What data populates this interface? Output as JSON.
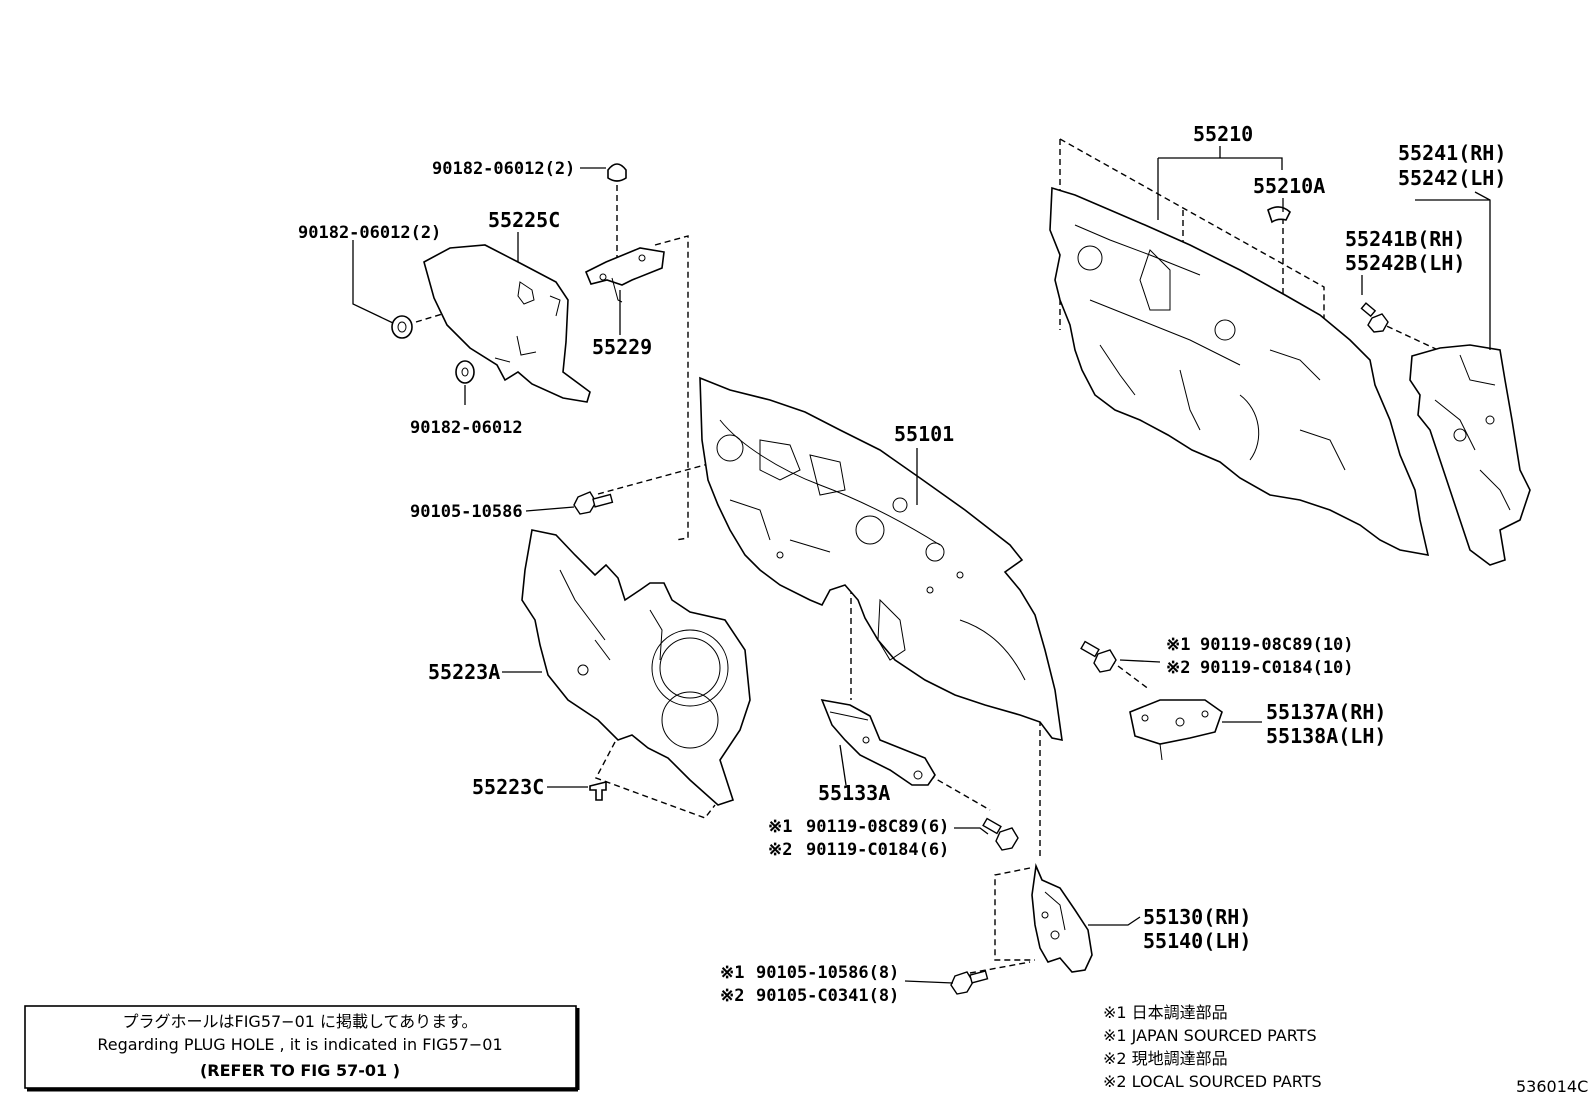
{
  "labels": {
    "p90182_top": "90182-06012(2)",
    "p90182_left": "90182-06012(2)",
    "p90182_bottom": "90182-06012",
    "p55225C": "55225C",
    "p55229": "55229",
    "p55101": "55101",
    "p90105_10586": "90105-10586",
    "p55223A": "55223A",
    "p55223C": "55223C",
    "p55133A": "55133A",
    "p90119_mid_1": "90119-08C89(6)",
    "p90119_mid_2": "90119-C0184(6)",
    "p55210": "55210",
    "p55210A": "55210A",
    "p55241_rh": "55241(RH)",
    "p55242_lh": "55242(LH)",
    "p55241B_rh": "55241B(RH)",
    "p55242B_lh": "55242B(LH)",
    "p90119_right_1": "90119-08C89(10)",
    "p90119_right_2": "90119-C0184(10)",
    "p55137A_rh": "55137A(RH)",
    "p55138A_lh": "55138A(LH)",
    "p55130_rh": "55130(RH)",
    "p55140_lh": "55140(LH)",
    "p90105_bot_1": "90105-10586(8)",
    "p90105_bot_2": "90105-C0341(8)"
  },
  "marks": {
    "m1": "※1",
    "m2": "※2"
  },
  "notice": {
    "line1": "プラグホールはFIG57−01 に掲載してあります。",
    "line2": "Regarding  PLUG HOLE  , it is  indicated  in  FIG57−01",
    "line3": "(REFER  TO FIG 57-01  )"
  },
  "legend": {
    "l1": "※1 日本調達部品",
    "l2": "※1 JAPAN SOURCED PARTS",
    "l3": "※2 現地調達部品",
    "l4": "※2 LOCAL SOURCED PARTS"
  },
  "figure_id": "536014C"
}
